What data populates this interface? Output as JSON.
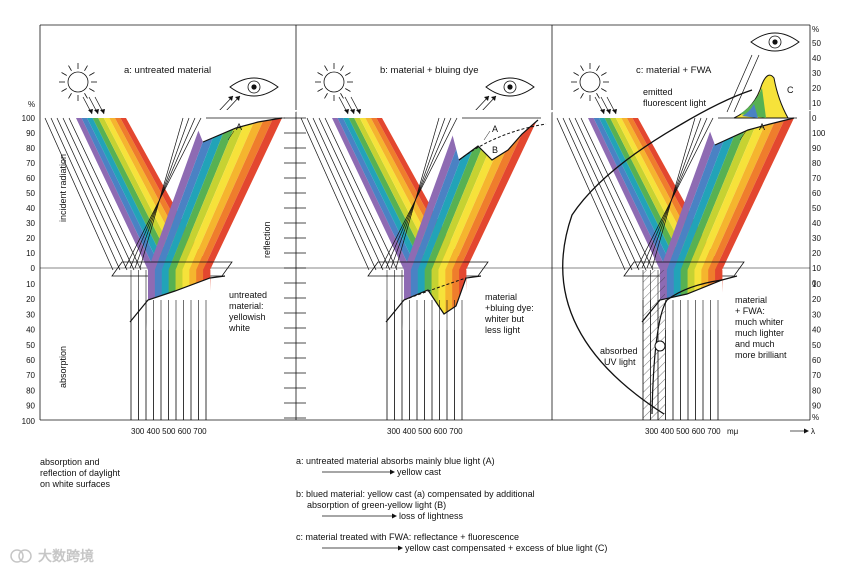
{
  "percent_sign": "%",
  "left_axis": {
    "upper_ticks": [
      "100",
      "90",
      "80",
      "70",
      "60",
      "50",
      "40",
      "30",
      "20",
      "10",
      "0"
    ],
    "lower_ticks": [
      "10",
      "20",
      "30",
      "40",
      "50",
      "60",
      "70",
      "80",
      "90",
      "100"
    ],
    "incident_label": "incident radiation",
    "absorption_label": "absorption"
  },
  "middle_label": "reflection",
  "right_axis": {
    "upper_ticks": [
      "50",
      "40",
      "30",
      "20",
      "10",
      "0",
      "100",
      "90",
      "80",
      "70",
      "60",
      "50",
      "40",
      "30",
      "20",
      "10",
      "0"
    ],
    "lower_ticks": [
      "10",
      "20",
      "30",
      "40",
      "50",
      "60",
      "70",
      "80",
      "90"
    ],
    "bottom_percent": "%"
  },
  "panels": [
    {
      "title": "a: untreated material",
      "reflect_marker": "A",
      "note": [
        "untreated",
        "material:",
        "yellowish",
        "white"
      ],
      "wavelengths": "300 400 500 600 700"
    },
    {
      "title": "b: material + bluing dye",
      "reflect_marker": "A",
      "second_marker": "B",
      "note": [
        "material",
        "+bluing dye:",
        "whiter but",
        "less light"
      ],
      "wavelengths": "300 400 500 600 700"
    },
    {
      "title": "c: material + FWA",
      "reflect_marker": "A",
      "fluor_marker": "C",
      "emitted": [
        "emitted",
        "fluorescent light"
      ],
      "absorbed": [
        "absorbed",
        "UV light"
      ],
      "note": [
        "material",
        "+ FWA:",
        "much whiter",
        "much lighter",
        "and much",
        "more brilliant"
      ],
      "wavelengths": "300 400 500 600 700",
      "unit": "mμ",
      "lambda": "λ"
    }
  ],
  "caption": [
    "absorption and",
    "reflection of daylight",
    "on white surfaces"
  ],
  "legend": {
    "a": "a: untreated material absorbs mainly blue light (A)",
    "a_result": "yellow cast",
    "b_line1": "b: blued material: yellow cast (a) compensated by additional",
    "b_line2": "absorption of green-yellow light (B)",
    "b_result": "loss of lightness",
    "c": "c: material treated with FWA: reflectance + fluorescence",
    "c_result": "yellow cast compensated + excess of blue light (C)"
  },
  "watermark": "大数跨境",
  "spectrum_colors": [
    "#8e6bb3",
    "#4a82c4",
    "#22a3b8",
    "#57b152",
    "#c6d232",
    "#f6e23a",
    "#f5b52e",
    "#ef7d2c",
    "#e3472f"
  ],
  "line_color": "#111111"
}
